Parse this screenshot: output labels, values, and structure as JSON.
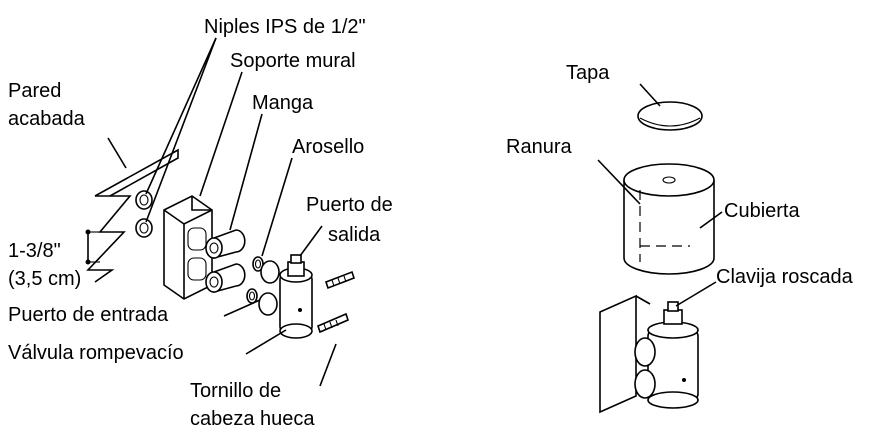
{
  "left_diagram": {
    "labels": {
      "niples": "Niples IPS de 1/2\"",
      "soporte": "Soporte mural",
      "pared_1": "Pared",
      "pared_2": "acabada",
      "manga": "Manga",
      "arosello": "Arosello",
      "puerto_salida_1": "Puerto de",
      "puerto_salida_2": "salida",
      "dimension_1": "1-3/8\"",
      "dimension_2": "(3,5 cm)",
      "puerto_entrada": "Puerto de entrada",
      "valvula": "Válvula rompevacío",
      "tornillo_1": "Tornillo de",
      "tornillo_2": "cabeza hueca"
    }
  },
  "right_diagram": {
    "labels": {
      "tapa": "Tapa",
      "ranura": "Ranura",
      "cubierta": "Cubierta",
      "clavija": "Clavija roscada"
    }
  }
}
